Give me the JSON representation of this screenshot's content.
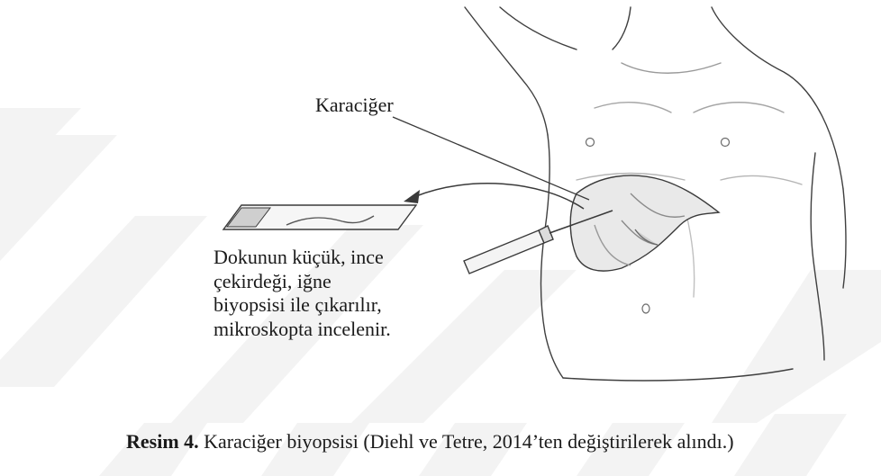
{
  "figure": {
    "liver_label": "Karaciğer",
    "description_lines": [
      "Dokunun küçük, ince",
      "çekirdeği, iğne",
      "biyopsisi ile çıkarılır,",
      "mikroskopta incelenir."
    ],
    "caption": {
      "number": "Resim 4.",
      "text": " Karaciğer biyopsisi (Diehl ve Tetre, 2014’ten değiştirilerek alındı.)"
    }
  },
  "colors": {
    "line": "#3a3a3a",
    "watermark": "#f1f1f1",
    "liver_fill": "#e6e6e6",
    "skin_shade": "#cfcfcf"
  }
}
